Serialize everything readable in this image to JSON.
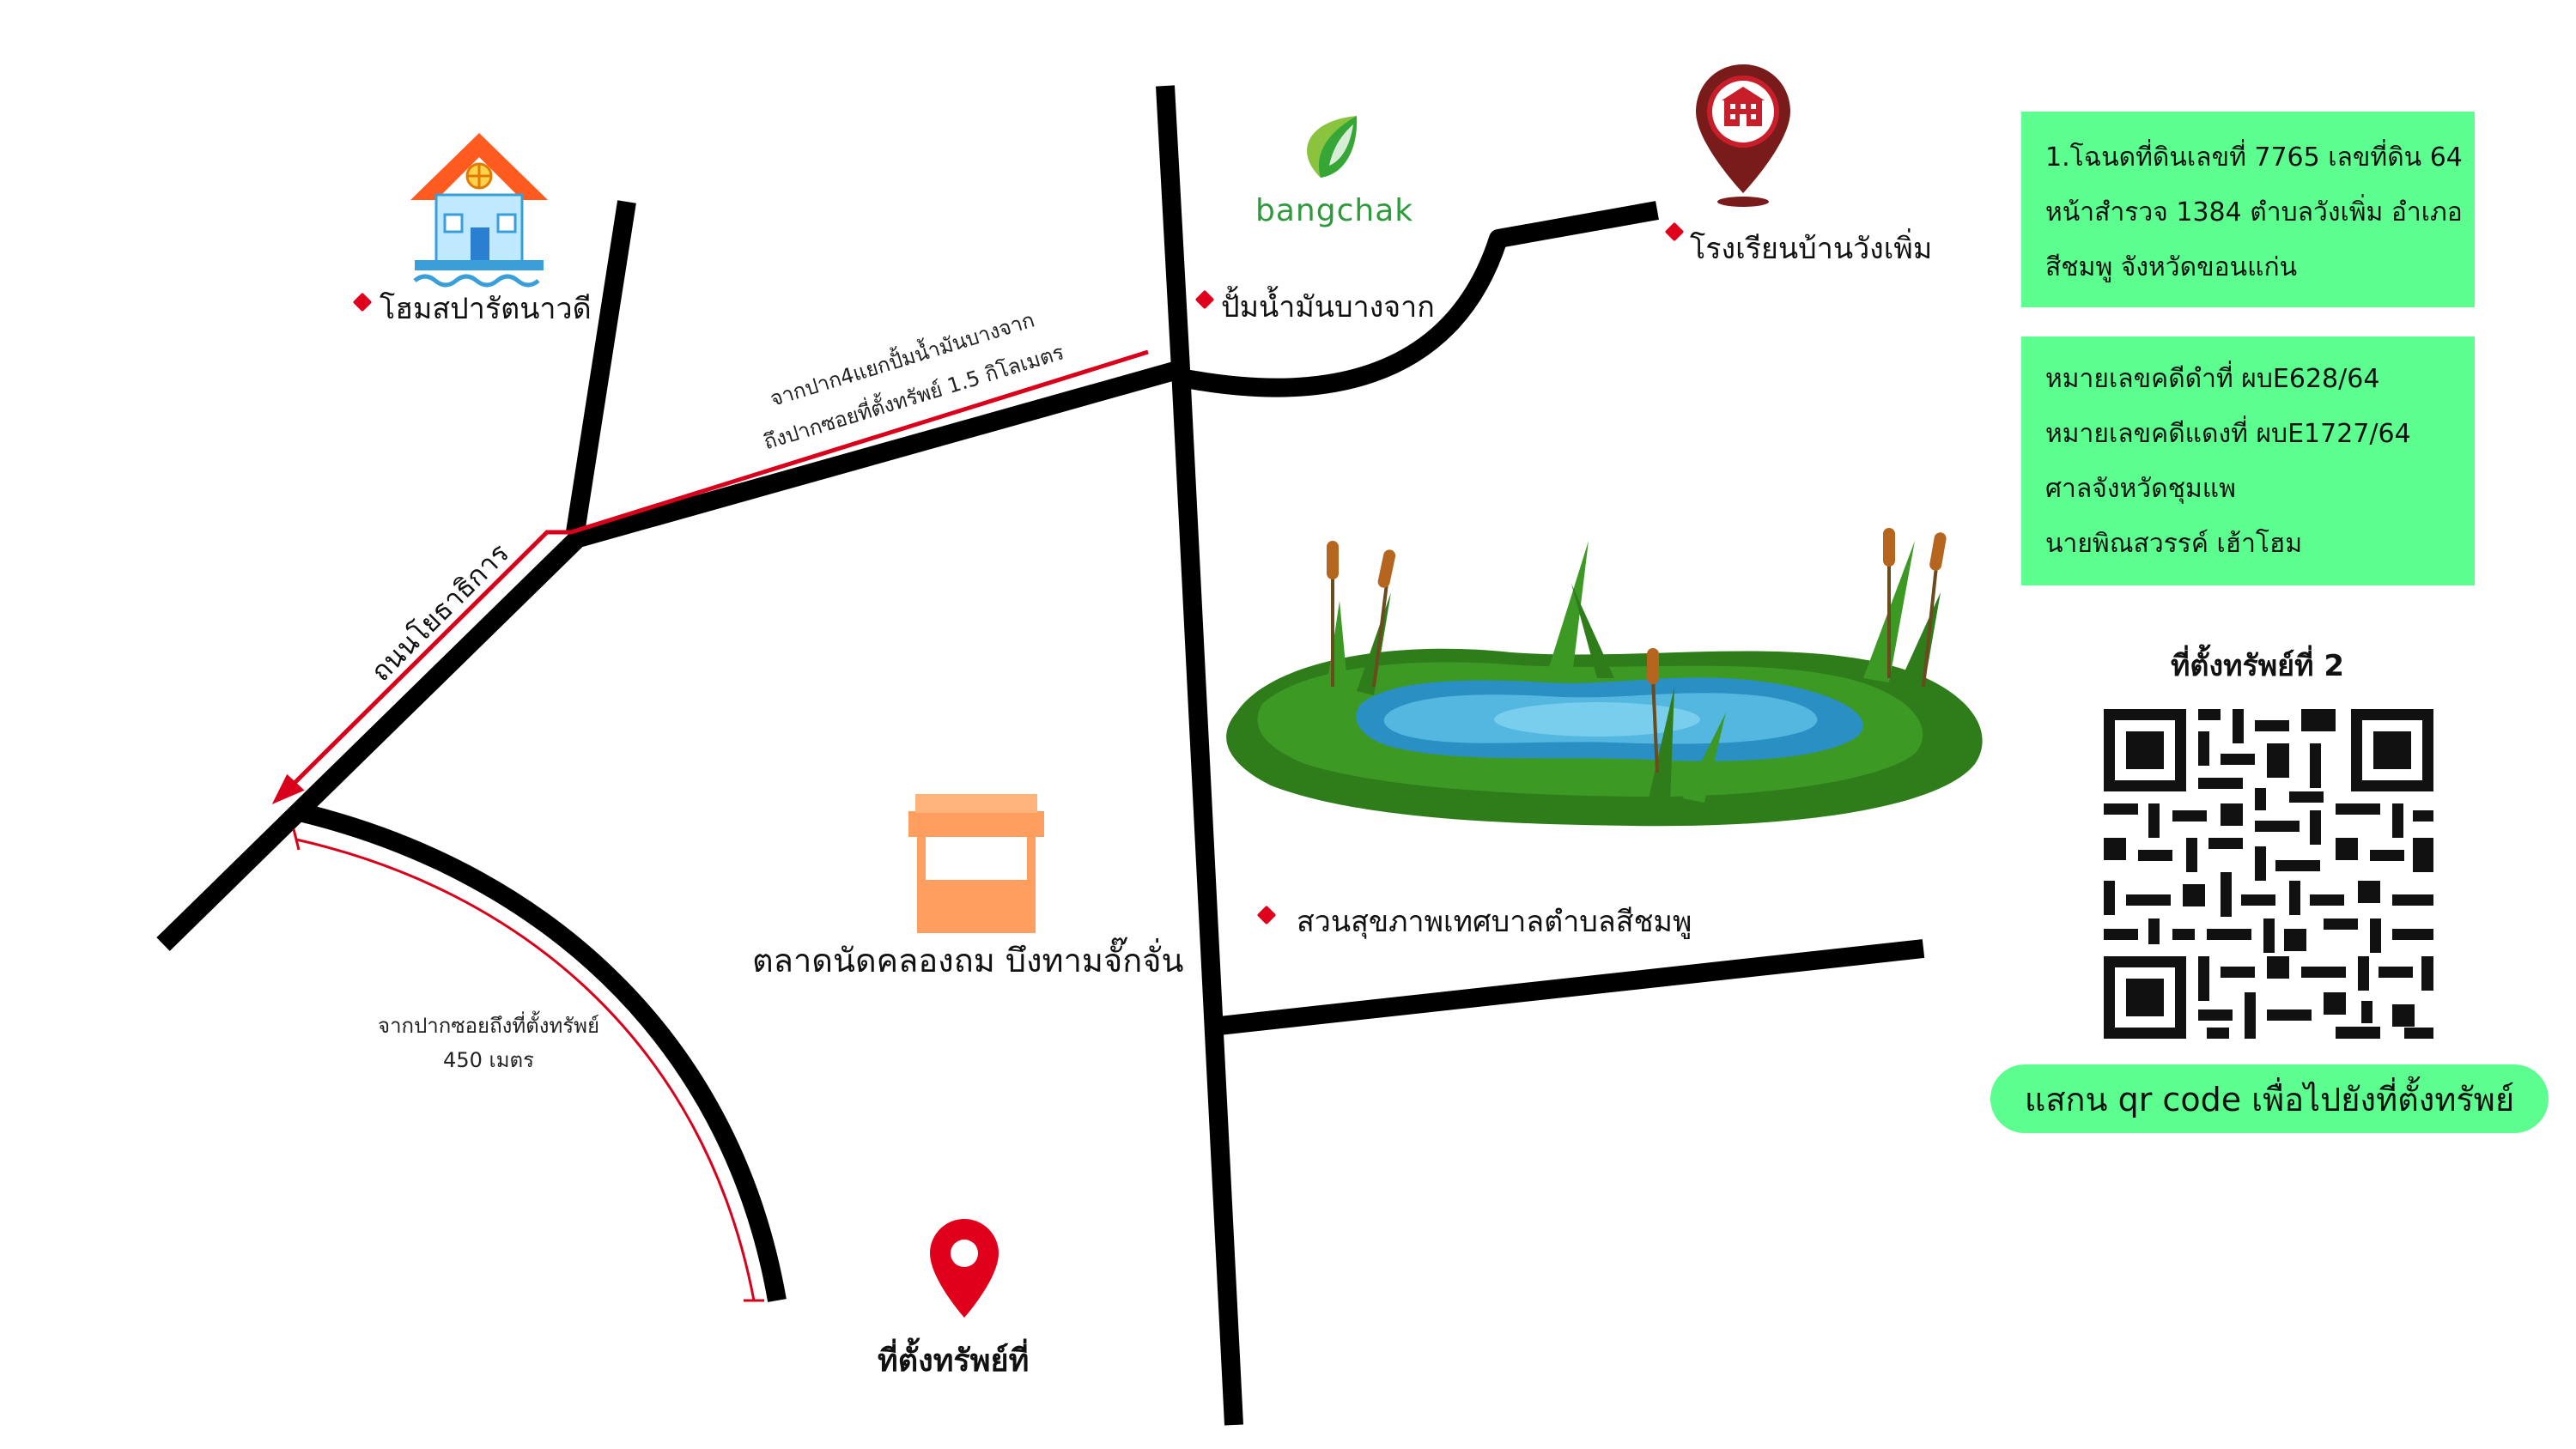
{
  "landmarks": {
    "home": "โฮมสปารัตนาวดี",
    "gas_station": "ปั้มน้ำมันบางจาก",
    "gas_brand": "bangchak",
    "school": "โรงเรียนบ้านวังเพิ่ม",
    "market": "ตลาดนัดคลองถม บึงทามจั๊กจั่น",
    "park": "สวนสุขภาพเทศบาลตำบลสีชมพู",
    "property": "ที่ตั้งทรัพย์ที่"
  },
  "roads": {
    "road_name": "ถนนโยธาธิการ",
    "route_note_line1": "จากปาก4แยกปั้มน้ำมันบางจาก",
    "route_note_line2": "ถึงปากซอยที่ตั้งทรัพย์ 1.5 กิโลเมตร",
    "soi_note_line1": "จากปากซอยถึงที่ตั้งทรัพย์",
    "soi_note_line2": "450 เมตร"
  },
  "deed_box": {
    "line1": "1.โฉนดที่ดินเลขที่ 7765 เลขที่ดิน 64",
    "line2": "หน้าสำรวจ 1384 ตำบลวังเพิ่ม อำเภอ",
    "line3": "สีชมพู จังหวัดขอนแก่น"
  },
  "case_box": {
    "line1": "หมายเลขคดีดำที่ ผบE628/64",
    "line2": "หมายเลขคดีแดงที่ ผบE1727/64",
    "line3": "ศาลจังหวัดชุมแพ",
    "line4": "นายพิณสวรรค์ เฮ้าโฮม"
  },
  "qr": {
    "title": "ที่ตั้งทรัพย์ที่ 2",
    "scan_label": "แสกน qr code เพื่อไปยังที่ตั้งทรัพย์"
  },
  "icons": {
    "house": "house-icon",
    "gas": "bangchak-logo-icon",
    "school": "school-pin-icon",
    "market": "market-stall-icon",
    "pond": "pond-icon",
    "property_pin": "location-pin-icon",
    "poi_marker": "poi-marker-icon"
  },
  "colors": {
    "road": "#000000",
    "route_red": "#d9001b",
    "box_green": "#5cff8f",
    "pin_red": "#e0001b",
    "market_orange": "#ff9e5e"
  }
}
